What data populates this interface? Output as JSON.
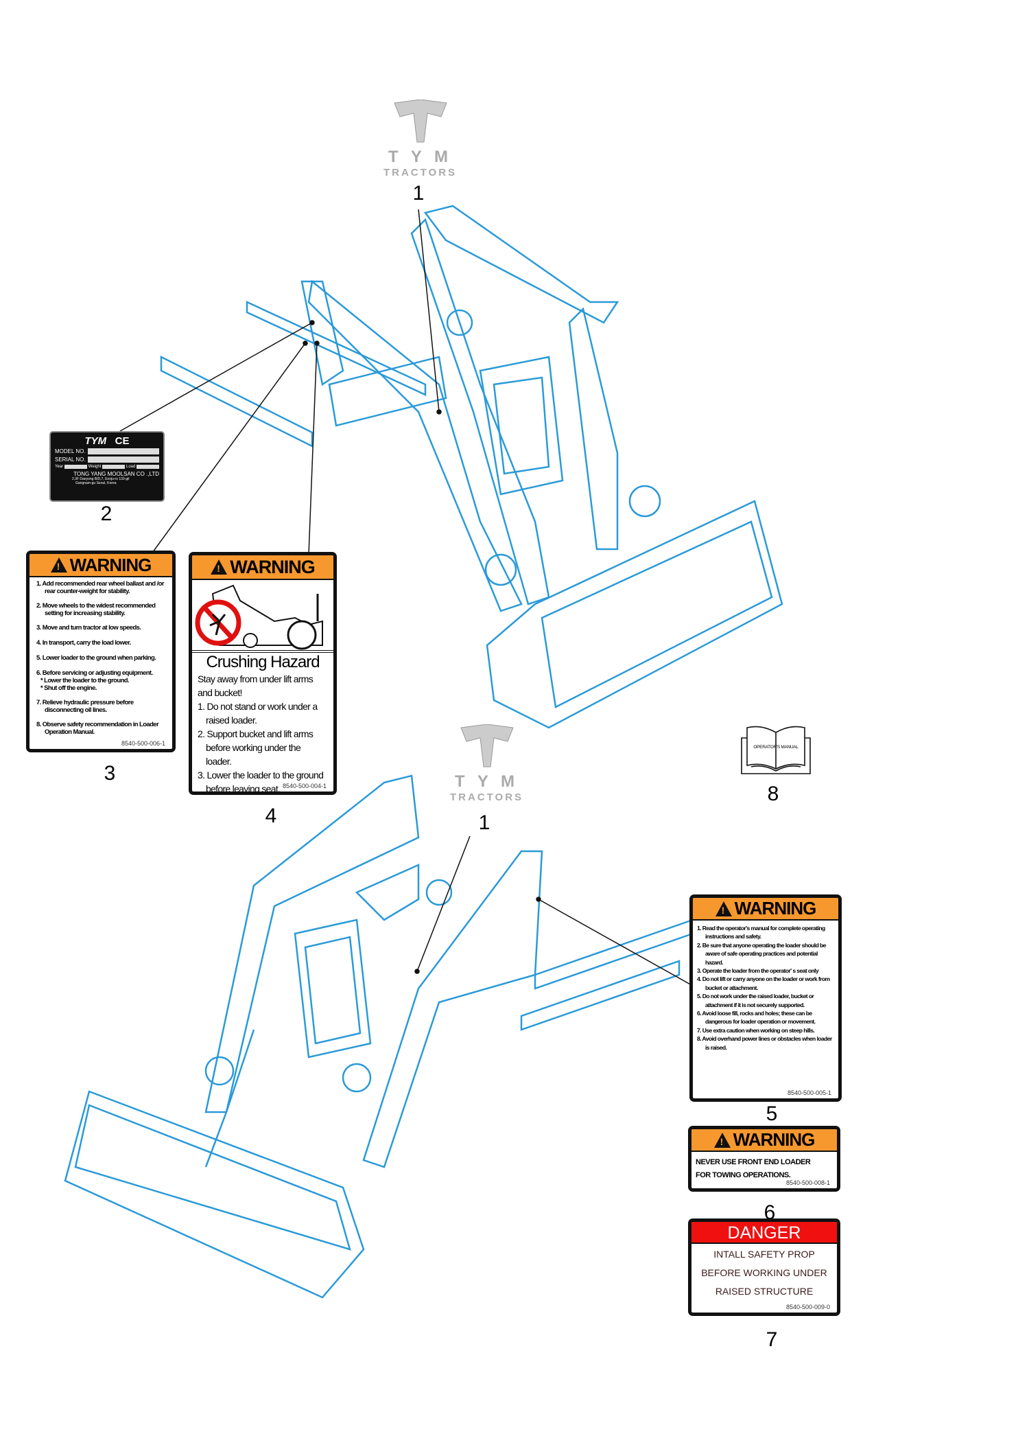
{
  "logo": {
    "brand": "T Y M",
    "sub": "TRACTORS"
  },
  "callouts": {
    "n1": "1",
    "n2": "2",
    "n3": "3",
    "n4": "4",
    "n5": "5",
    "n6": "6",
    "n7": "7",
    "n8": "8"
  },
  "plate": {
    "brand": "TYM",
    "ce": "CE",
    "model_label": "MODEL NO.",
    "serial_label": "SERIAL NO.",
    "year_label": "Year",
    "weight_label": "Weight",
    "load_label": "Load",
    "company": "TONG YANG MOOLSAN CO .,LTD",
    "address1": "2,3F Daeyong B/D,7, Eonju-ro 133-gil",
    "address2": "Gangnam-gu Seoul, Korea"
  },
  "decal3": {
    "title": "WARNING",
    "items": [
      "1. Add recommended rear wheel ballast and /or rear counter-weight for stability.",
      "2. Move wheels to the widest recommended setting for increasing stability.",
      "3. Move and turn tractor at low speeds.",
      "4. In transport, carry the load lower.",
      "5. Lower loader to the ground when parking.",
      "6. Before servicing or adjusting equipment.",
      "* Lower the loader to the ground.",
      "* Shut off the engine.",
      "7. Relieve hydraulic pressure before disconnecting oil lines.",
      "8. Observe safety recommendation in Loader Operation Manual."
    ],
    "code": "8540-500-006-1"
  },
  "decal4": {
    "title": "WARNING",
    "heading": "Crushing Hazard",
    "intro": "Stay away from under lift arms and bucket!",
    "items": [
      "1. Do not stand or work under a raised loader.",
      "2. Support bucket and lift arms before working under the loader.",
      "3. Lower the loader to the ground before leaving seat."
    ],
    "code": "8540-500-004-1"
  },
  "decal5": {
    "title": "WARNING",
    "items": [
      "1. Read the operator's manual for complete operating instructions and safety.",
      "2. Be sure that anyone operating the loader should be aware of safe operating practices and potential hazard.",
      "3. Operate the loader from the operator' s seat only",
      "4. Do not lift or carry anyone on the loader or work from bucket or attachment.",
      "5. Do not work under the raised loader, bucket or attachment if it is not securely supported.",
      "6. Avoid loose fill, rocks and holes; these can be dangerous for loader operation or movement.",
      "7. Use extra caution when working on steep hills.",
      "8. Avoid overhand power lines or obstacles when loader is raised."
    ],
    "code": "8540-500-005-1"
  },
  "decal6": {
    "title": "WARNING",
    "line1": "NEVER  USE FRONT END LOADER",
    "line2": "FOR TOWING OPERATIONS.",
    "code": "8540-500-008-1"
  },
  "decal7": {
    "title": "DANGER",
    "line1": "INTALL SAFETY PROP",
    "line2": "BEFORE WORKING UNDER",
    "line3": "RAISED STRUCTURE",
    "code": "8540-500-009-0"
  },
  "manual": {
    "label": "OPERATOR'S MANUAL"
  },
  "colors": {
    "line": "#2a9ad8",
    "warning": "#f7982f",
    "danger": "#f01010"
  }
}
